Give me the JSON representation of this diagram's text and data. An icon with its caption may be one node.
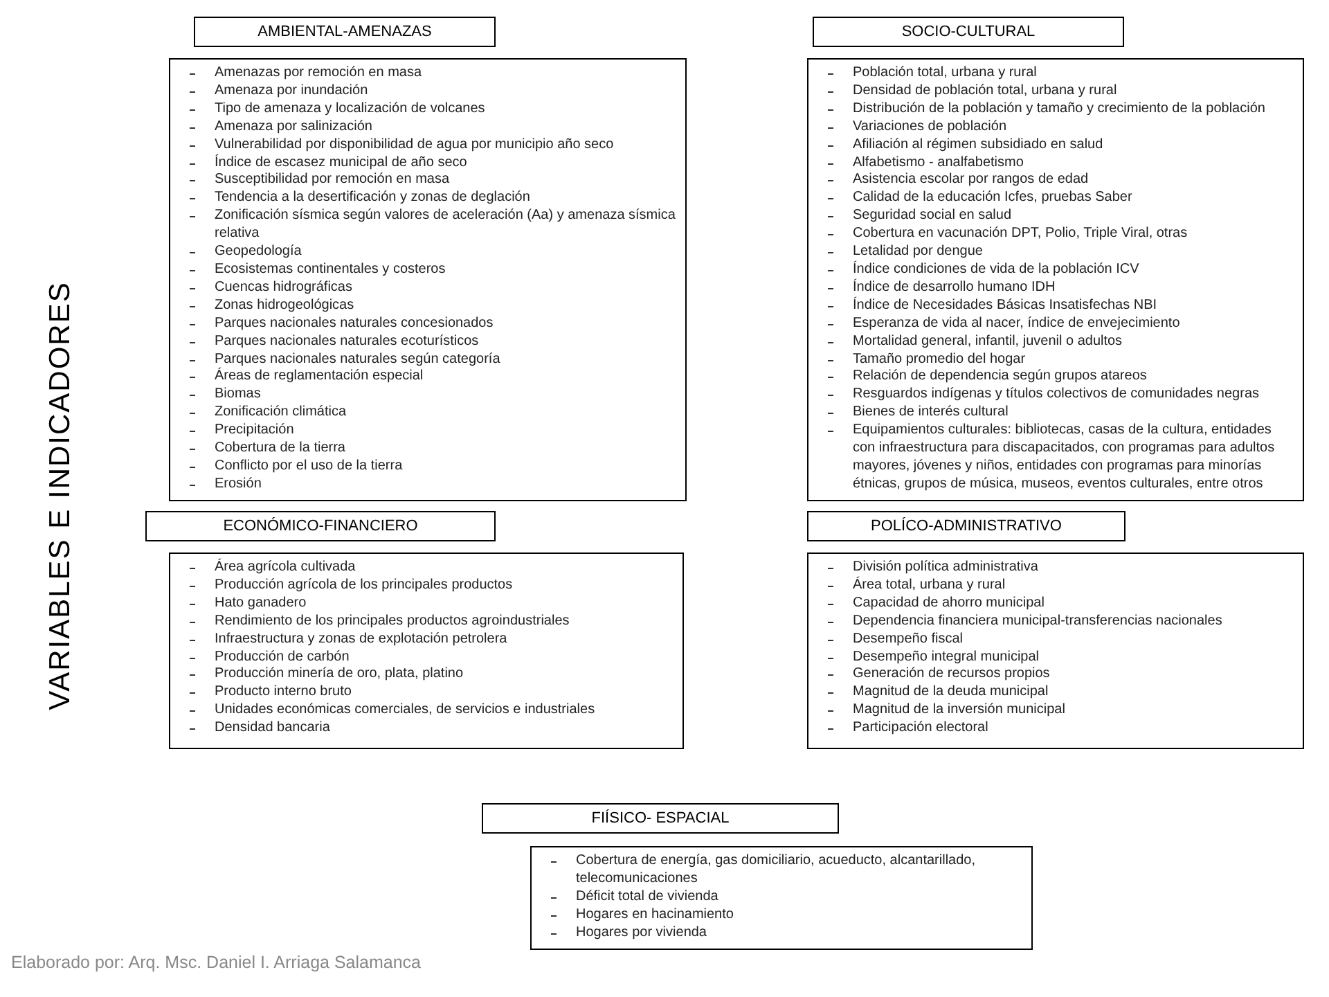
{
  "diagram": {
    "title": "VARIABLES E INDICADORES",
    "caption": "Elaborado por: Arq. Msc. Daniel I. Arriaga Salamanca",
    "nodes": [
      {
        "text": [
          "AMBIENTAL-AMENAZAS"
        ]
      },
      {
        "text": [
          "Amenazas por remoción en masa",
          "Amenaza por inundación",
          "Tipo de amenaza y localización de volcanes",
          "Amenaza por salinización",
          "Vulnerabilidad por disponibilidad de agua por municipio año seco",
          "Índice de escasez municipal de año seco",
          "Susceptibilidad por remoción en masa",
          "Tendencia a la desertificación y zonas de deglación",
          "Zonificación sísmica según valores de aceleración (Aa) y amenaza sísmica relativa",
          "Geopedología",
          "Ecosistemas continentales y costeros",
          "Cuencas hidrográficas",
          "Zonas hidrogeológicas",
          "Parques nacionales naturales concesionados",
          "Parques nacionales naturales ecoturísticos",
          "Parques nacionales naturales según categoría",
          "Áreas de reglamentación especial",
          "Biomas",
          "Zonificación climática",
          "Precipitación",
          "Cobertura de la tierra",
          "Conflicto por el uso de la tierra",
          "Erosión"
        ]
      },
      {
        "text": [
          "SOCIO-CULTURAL"
        ]
      },
      {
        "text": [
          "Población total, urbana y rural",
          "Densidad de población total, urbana y rural",
          "Distribución de la población y tamaño y crecimiento de la población",
          "Variaciones de población",
          "Afiliación al régimen subsidiado en salud",
          "Alfabetismo - analfabetismo",
          "Asistencia escolar por rangos de edad",
          "Calidad de la educación Icfes, pruebas Saber",
          "Seguridad social en salud",
          "Cobertura en vacunación DPT, Polio, Triple Viral, otras",
          "Letalidad por dengue",
          "Índice condiciones de vida de la población ICV",
          "Índice de desarrollo humano IDH",
          "Índice de Necesidades Básicas Insatisfechas NBI",
          "Esperanza de vida al nacer, índice de envejecimiento",
          "Mortalidad general, infantil, juvenil o adultos",
          "Tamaño promedio del hogar",
          "Relación de dependencia según grupos atareos",
          "Resguardos indígenas y títulos colectivos de comunidades negras",
          "Bienes de interés cultural",
          "Equipamientos culturales: bibliotecas, casas de la cultura, entidades con infraestructura para discapacitados, con programas para adultos mayores, jóvenes y niños, entidades con programas para minorías étnicas, grupos de música, museos, eventos culturales, entre otros"
        ]
      },
      {
        "text": [
          "ECONÓMICO-FINANCIERO"
        ]
      },
      {
        "text": [
          "Área agrícola cultivada",
          "Producción agrícola de los principales productos",
          "Hato ganadero",
          "Rendimiento de los principales productos agroindustriales",
          "Infraestructura y zonas de explotación petrolera",
          "Producción de carbón",
          "Producción minería de oro, plata, platino",
          "Producto interno bruto",
          "Unidades económicas comerciales, de servicios e industriales",
          "Densidad bancaria"
        ]
      },
      {
        "text": [
          "POLÍCO-ADMINISTRATIVO"
        ]
      },
      {
        "text": [
          "División política administrativa",
          "Área total, urbana y rural",
          "Capacidad de ahorro municipal",
          "Dependencia financiera municipal-transferencias nacionales",
          "Desempeño fiscal",
          "Desempeño integral municipal",
          "Generación de recursos propios",
          "Magnitud de la deuda municipal",
          "Magnitud de la inversión municipal",
          "Participación electoral"
        ]
      },
      {
        "text": [
          "FIÍSICO- ESPACIAL"
        ]
      },
      {
        "text": [
          "Cobertura de energía, gas domiciliario, acueducto, alcantarillado, telecomunicaciones",
          "Déficit total de vivienda",
          "Hogares en hacinamiento",
          "Hogares por vivienda"
        ]
      }
    ]
  }
}
